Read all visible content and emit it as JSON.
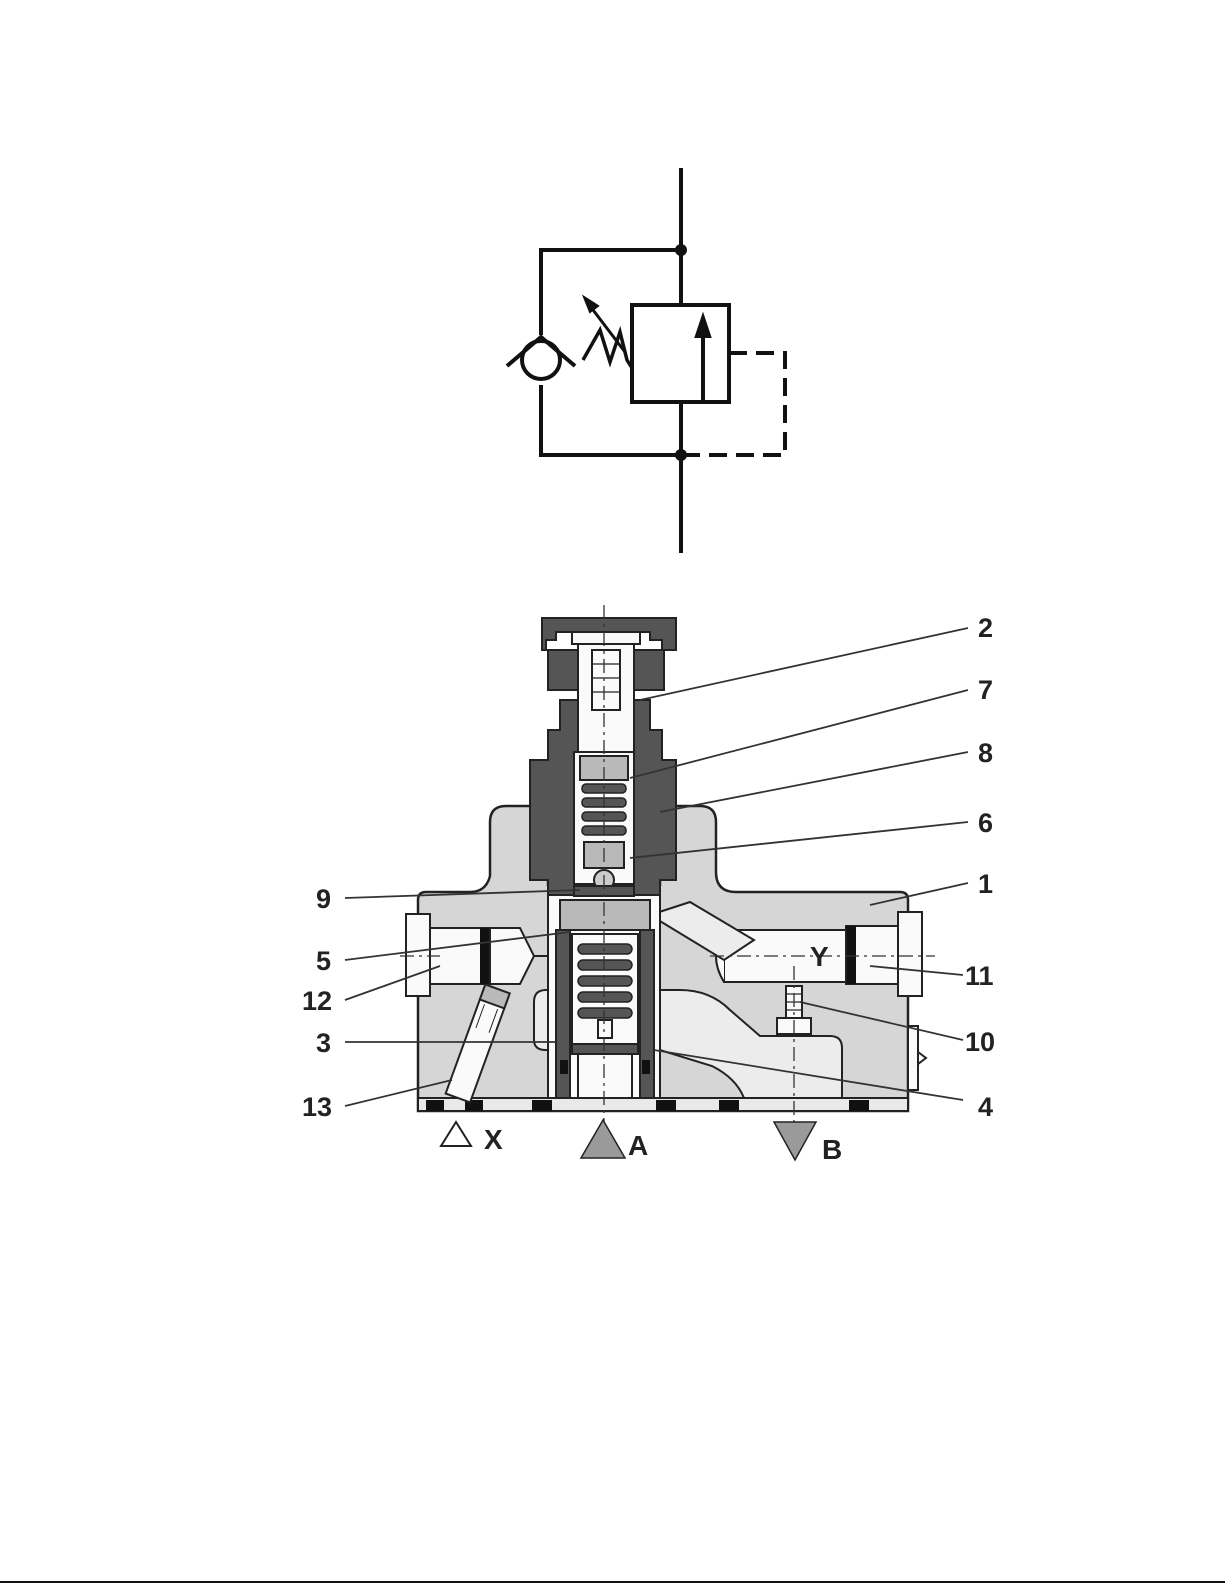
{
  "callouts": [
    {
      "id": "2",
      "label": "2"
    },
    {
      "id": "7",
      "label": "7"
    },
    {
      "id": "8",
      "label": "8"
    },
    {
      "id": "6",
      "label": "6"
    },
    {
      "id": "1",
      "label": "1"
    },
    {
      "id": "9",
      "label": "9"
    },
    {
      "id": "5",
      "label": "5"
    },
    {
      "id": "12",
      "label": "12"
    },
    {
      "id": "11",
      "label": "11"
    },
    {
      "id": "10",
      "label": "10"
    },
    {
      "id": "3",
      "label": "3"
    },
    {
      "id": "4",
      "label": "4"
    },
    {
      "id": "13",
      "label": "13"
    }
  ],
  "ports": {
    "x": "X",
    "a": "A",
    "b": "B",
    "y": "Y"
  },
  "colors": {
    "line": "#111111",
    "body": "#d6d6d6",
    "port_fill": "#9a9a9a"
  }
}
